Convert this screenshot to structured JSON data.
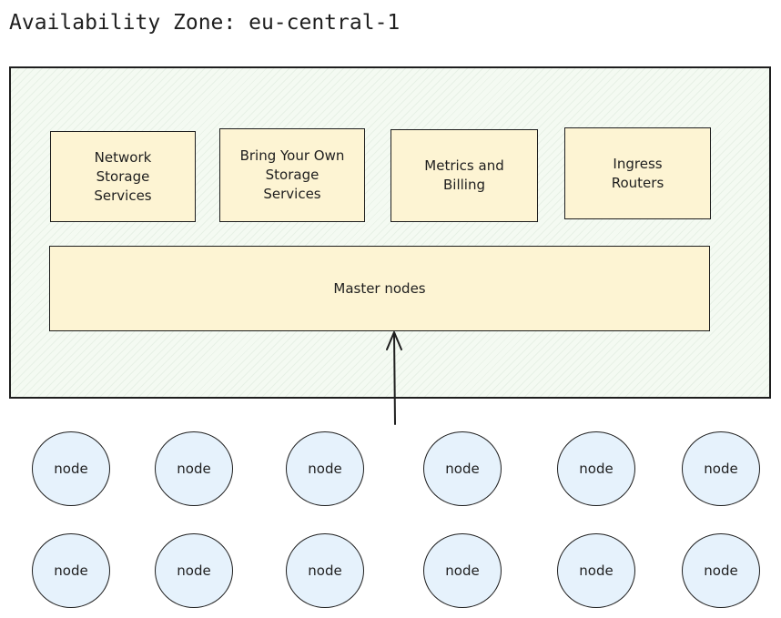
{
  "title": "Availability Zone: eu-central-1",
  "services": [
    {
      "label": "Network\nStorage\nServices"
    },
    {
      "label": "Bring Your Own\nStorage\nServices"
    },
    {
      "label": "Metrics and\nBilling"
    },
    {
      "label": "Ingress\nRouters"
    }
  ],
  "master": {
    "label": "Master nodes"
  },
  "nodes": [
    "node",
    "node",
    "node",
    "node",
    "node",
    "node",
    "node",
    "node",
    "node",
    "node",
    "node",
    "node"
  ],
  "colors": {
    "zone_fill": "#f4faf2",
    "box_fill": "#fdf4d3",
    "node_fill": "#e6f2fc",
    "stroke": "#1e1e1e"
  }
}
